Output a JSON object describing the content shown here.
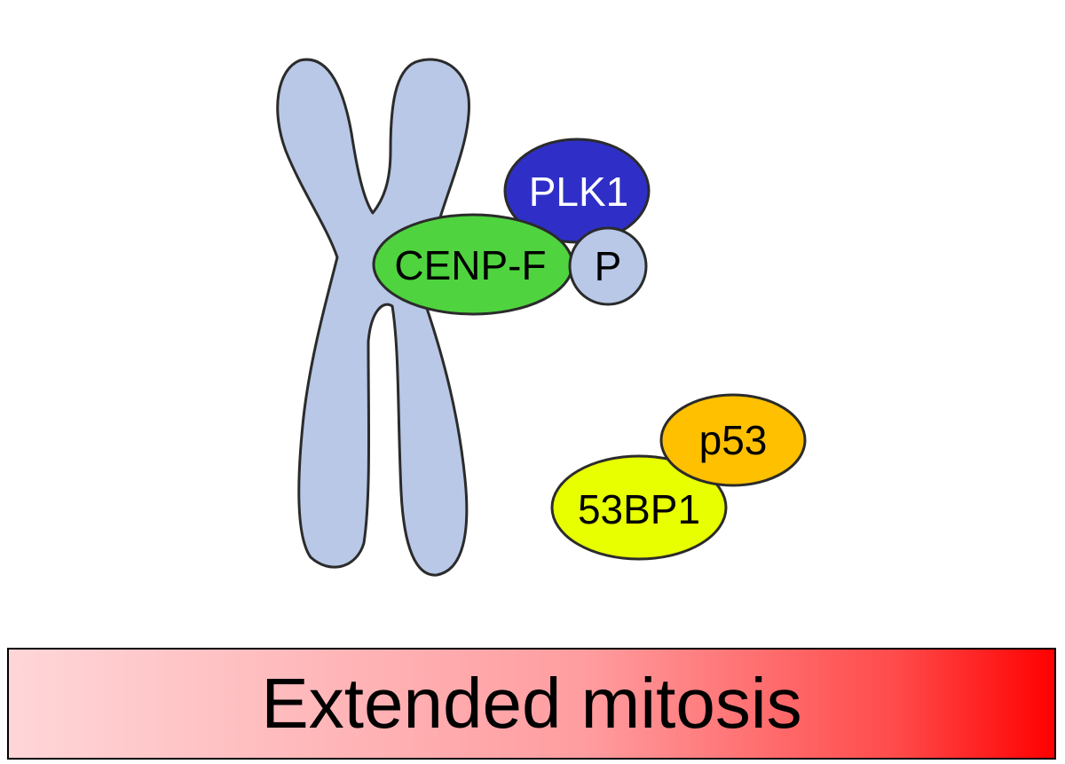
{
  "labels": {
    "plk1": "PLK1",
    "cenpf": "CENP-F",
    "phospho": "P",
    "p53": "p53",
    "bp1": "53BP1"
  },
  "banner": {
    "text": "Extended mitosis"
  },
  "colors": {
    "chromosome": "#b8c8e6",
    "plk1": "#2f2fc8",
    "cenpf": "#4fd43f",
    "phospho": "#b8c8e6",
    "p53": "#ffc000",
    "bp1": "#e8ff00",
    "banner_start": "#ffd6d8",
    "banner_end": "#ff0000"
  },
  "icons": {
    "chromosome": "chromosome-icon"
  }
}
